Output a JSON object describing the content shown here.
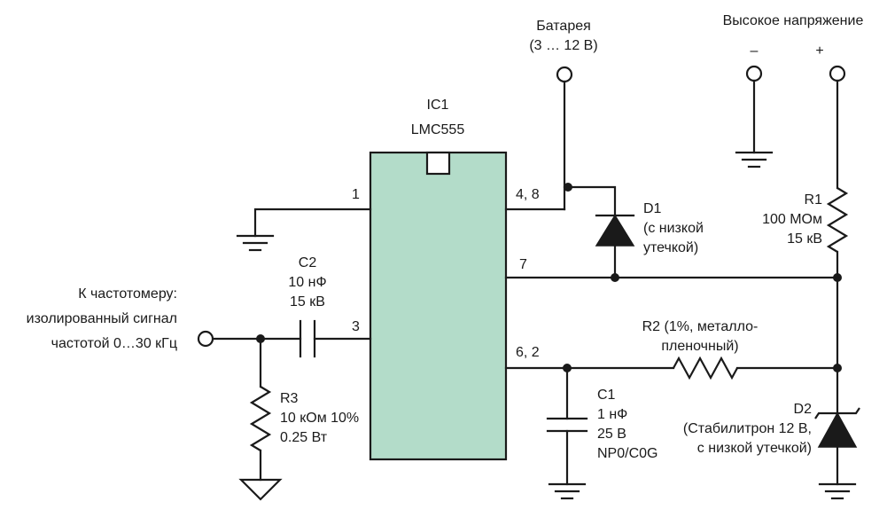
{
  "ic": {
    "ref": "IC1",
    "part": "LMC555",
    "fill_color": "#b3dcc9",
    "pins": {
      "p1": "1",
      "p3": "3",
      "p48": "4, 8",
      "p7": "7",
      "p62": "6, 2"
    }
  },
  "battery": {
    "line1": "Батарея",
    "line2": "(3 … 12 В)"
  },
  "high_voltage": {
    "title": "Высокое напряжение",
    "minus": "–",
    "plus": "+"
  },
  "r1": {
    "ref": "R1",
    "value": "100 МОм",
    "rating": "15 кВ"
  },
  "d1": {
    "ref": "D1",
    "line1": "(с низкой",
    "line2": "утечкой)"
  },
  "r2": {
    "ref": "R2 (1%, металло-",
    "line2": "пленочный)"
  },
  "c1": {
    "ref": "C1",
    "value": "1 нФ",
    "rating": "25 В",
    "type": "NP0/C0G"
  },
  "d2": {
    "ref": "D2",
    "line1": "(Стабилитрон 12 В,",
    "line2": "с низкой утечкой)"
  },
  "c2": {
    "ref": "C2",
    "value": "10 нФ",
    "rating": "15 кВ"
  },
  "r3": {
    "ref": "R3",
    "value": "10 кОм 10%",
    "rating": "0.25 Вт"
  },
  "output": {
    "line1": "К частотомеру:",
    "line2": "изолированный сигнал",
    "line3": "частотой 0…30 кГц"
  }
}
